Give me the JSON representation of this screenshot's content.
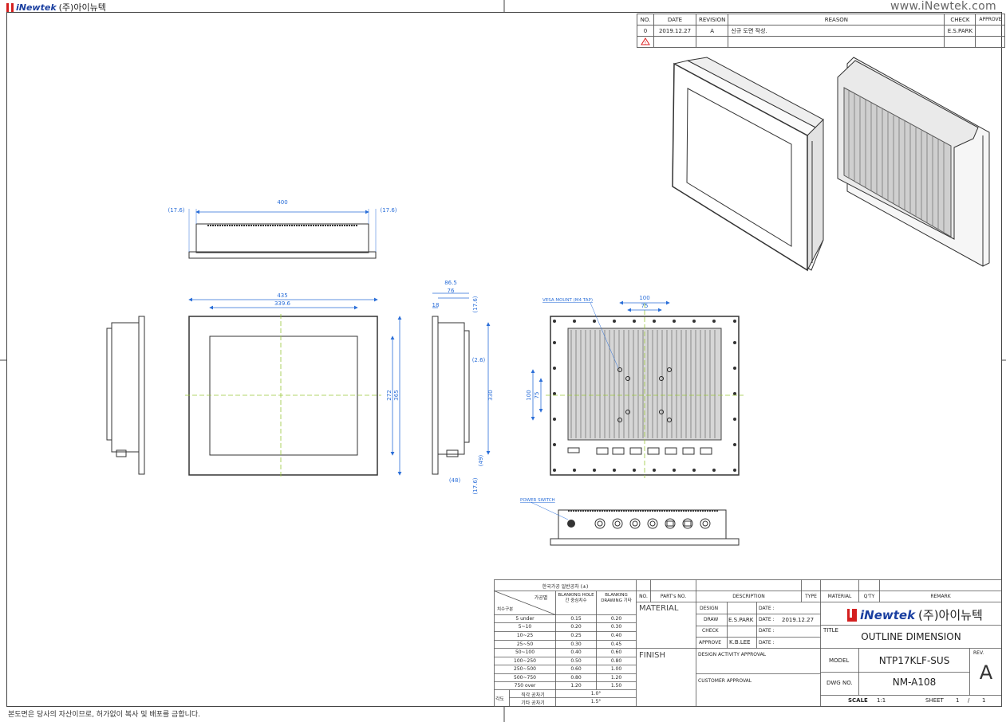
{
  "header": {
    "logo_word": "iNewtek",
    "company_korean": "(주)아이뉴텍",
    "website": "www.iNewtek.com"
  },
  "revision_table": {
    "headers": [
      "NO.",
      "DATE",
      "REVISION",
      "REASON",
      "CHECK",
      "APPROVE"
    ],
    "rows": [
      {
        "no": "0",
        "date": "2019.12.27",
        "revision": "A",
        "reason": "신규 도면 작성.",
        "check": "E.S.PARK",
        "approve": ""
      }
    ]
  },
  "views": {
    "top_dims": {
      "left": "(17.6)",
      "width": "400",
      "right": "(17.6)"
    },
    "front_dims": {
      "outer_width": "435",
      "inner_width": "339.6",
      "inner_height": "272",
      "outer_height": "365"
    },
    "side_dims": {
      "d1": "86.5",
      "d2": "76",
      "d3": "18",
      "top_offset": "(17.6)",
      "height": "330",
      "small": "(2.6)",
      "bottom": "(49)",
      "base": "(48)",
      "bottom_offset": "(17.6)"
    },
    "rear_dims": {
      "vesa_label": "VESA MOUNT (M4 TAP)",
      "w100": "100",
      "w75": "75",
      "h100": "100",
      "h75": "75"
    },
    "bottom_label": "POWER SWITCH"
  },
  "tolerance_table": {
    "title": "한국가공 일반공차 (±)",
    "col_headers": [
      "가공별",
      "BLANKING HOLE간 중심치수",
      "BLANKING DRAWING 기타"
    ],
    "row_label": "치수구분",
    "rows": [
      [
        "5 under",
        "0.15",
        "0.20"
      ],
      [
        "5~10",
        "0.20",
        "0.30"
      ],
      [
        "10~25",
        "0.25",
        "0.40"
      ],
      [
        "25~50",
        "0.30",
        "0.45"
      ],
      [
        "50~100",
        "0.40",
        "0.60"
      ],
      [
        "100~250",
        "0.50",
        "0.80"
      ],
      [
        "250~500",
        "0.60",
        "1.00"
      ],
      [
        "500~750",
        "0.80",
        "1.20"
      ],
      [
        "750 over",
        "1.20",
        "1.50"
      ]
    ],
    "angle_label": "각도",
    "angle_rows": [
      [
        "직각 공차기",
        "1.0°"
      ],
      [
        "기타 공차기",
        "1.5°"
      ]
    ]
  },
  "title_block": {
    "parts_headers": [
      "NO.",
      "PART's NO.",
      "DESCRIPTION",
      "TYPE",
      "MATERIAL",
      "Q'TY",
      "REMARK"
    ],
    "material_label": "MATERIAL",
    "finish_label": "FINISH",
    "design_label": "DESIGN",
    "draw_label": "DRAW",
    "check_label": "CHECK",
    "approve_label": "APPROVE",
    "date_label": "DATE :",
    "draw_name": "E.S.PARK",
    "draw_date": "2019.12.27",
    "approve_name": "K.B.LEE",
    "design_activity": "DESIGN ACTIVITY APPROVAL",
    "customer_approval": "CUSTOMER APPROVAL",
    "title_label": "TITLE",
    "title_value": "OUTLINE DIMENSION",
    "model_label": "MODEL",
    "model_value": "NTP17KLF-SUS",
    "rev_label": "REV.",
    "rev_value": "A",
    "dwg_label": "DWG NO.",
    "dwg_value": "NM-A108",
    "scale_label": "SCALE",
    "scale_value": "1:1",
    "sheet_label": "SHEET",
    "sheet_value": "1",
    "sheet_sep": "/",
    "sheet_total": "1"
  },
  "footer": "본도면은 당사의 자산이므로, 허가없이 복사 및 배포를 금합니다."
}
